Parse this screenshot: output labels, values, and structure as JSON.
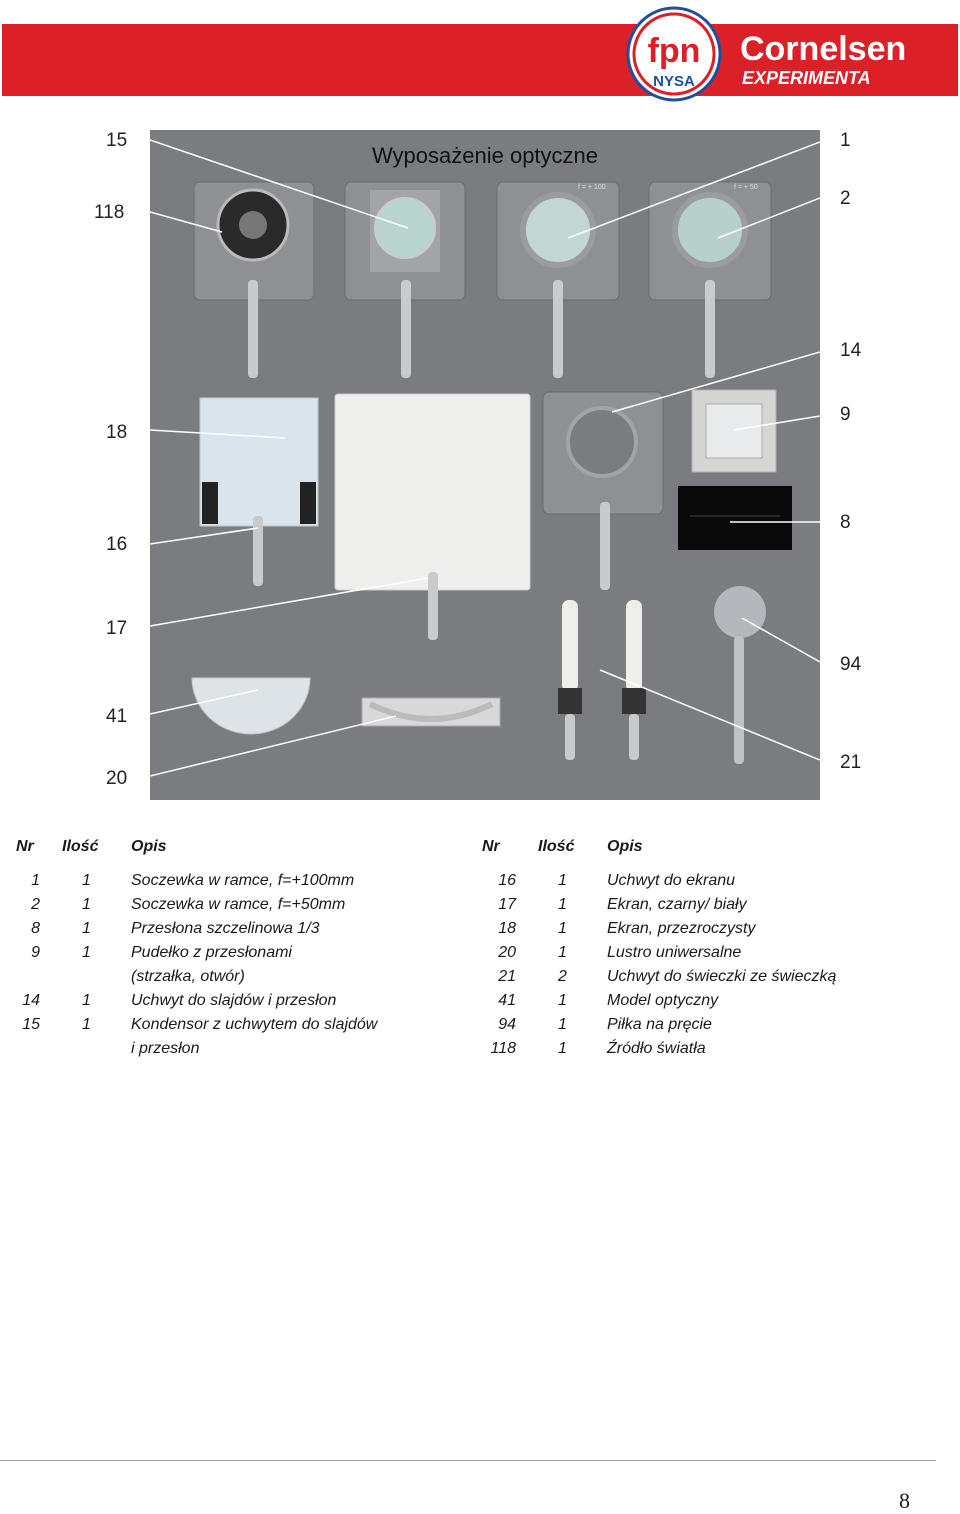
{
  "header": {
    "logo_left_letters": "fpn",
    "logo_left_city": "NYSA",
    "logo_right_name": "Cornelsen",
    "logo_right_sub": "EXPERIMENTA",
    "colors": {
      "band": "#db2027",
      "logo_blue": "#1f4fa0"
    }
  },
  "photo": {
    "title": "Wyposażenie optyczne",
    "lens_marks": [
      "f = + 100",
      "f = + 50"
    ],
    "callouts": {
      "left": [
        "15",
        "118",
        "18",
        "16",
        "17",
        "41",
        "20"
      ],
      "right": [
        "1",
        "2",
        "14",
        "9",
        "8",
        "94",
        "21"
      ]
    }
  },
  "table": {
    "left": {
      "headers": {
        "nr": "Nr",
        "ilosc": "Ilość",
        "opis": "Opis"
      },
      "rows": [
        {
          "nr": "1",
          "ilosc": "1",
          "opis": "Soczewka w ramce, f=+100mm"
        },
        {
          "nr": "2",
          "ilosc": "1",
          "opis": "Soczewka w ramce, f=+50mm"
        },
        {
          "nr": "8",
          "ilosc": "1",
          "opis": "Przesłona szczelinowa 1/3"
        },
        {
          "nr": "9",
          "ilosc": "1",
          "opis": "Pudełko z przesłonami"
        },
        {
          "nr": "",
          "ilosc": "",
          "opis": "(strzałka, otwór)"
        },
        {
          "nr": "14",
          "ilosc": "1",
          "opis": "Uchwyt do slajdów i przesłon"
        },
        {
          "nr": "15",
          "ilosc": "1",
          "opis": "Kondensor z uchwytem do slajdów"
        },
        {
          "nr": "",
          "ilosc": "",
          "opis": "i przesłon"
        }
      ]
    },
    "right": {
      "headers": {
        "nr": "Nr",
        "ilosc": "Ilość",
        "opis": "Opis"
      },
      "rows": [
        {
          "nr": "16",
          "ilosc": "1",
          "opis": "Uchwyt do ekranu"
        },
        {
          "nr": "17",
          "ilosc": "1",
          "opis": "Ekran, czarny/ biały"
        },
        {
          "nr": "18",
          "ilosc": "1",
          "opis": "Ekran, przezroczysty"
        },
        {
          "nr": "20",
          "ilosc": "1",
          "opis": "Lustro uniwersalne"
        },
        {
          "nr": "21",
          "ilosc": "2",
          "opis": "Uchwyt do świeczki ze świeczką"
        },
        {
          "nr": "41",
          "ilosc": "1",
          "opis": "Model optyczny"
        },
        {
          "nr": "94",
          "ilosc": "1",
          "opis": "Piłka na pręcie"
        },
        {
          "nr": "118",
          "ilosc": "1",
          "opis": "Źródło światła"
        }
      ]
    }
  },
  "footer": {
    "page_number": "8"
  }
}
